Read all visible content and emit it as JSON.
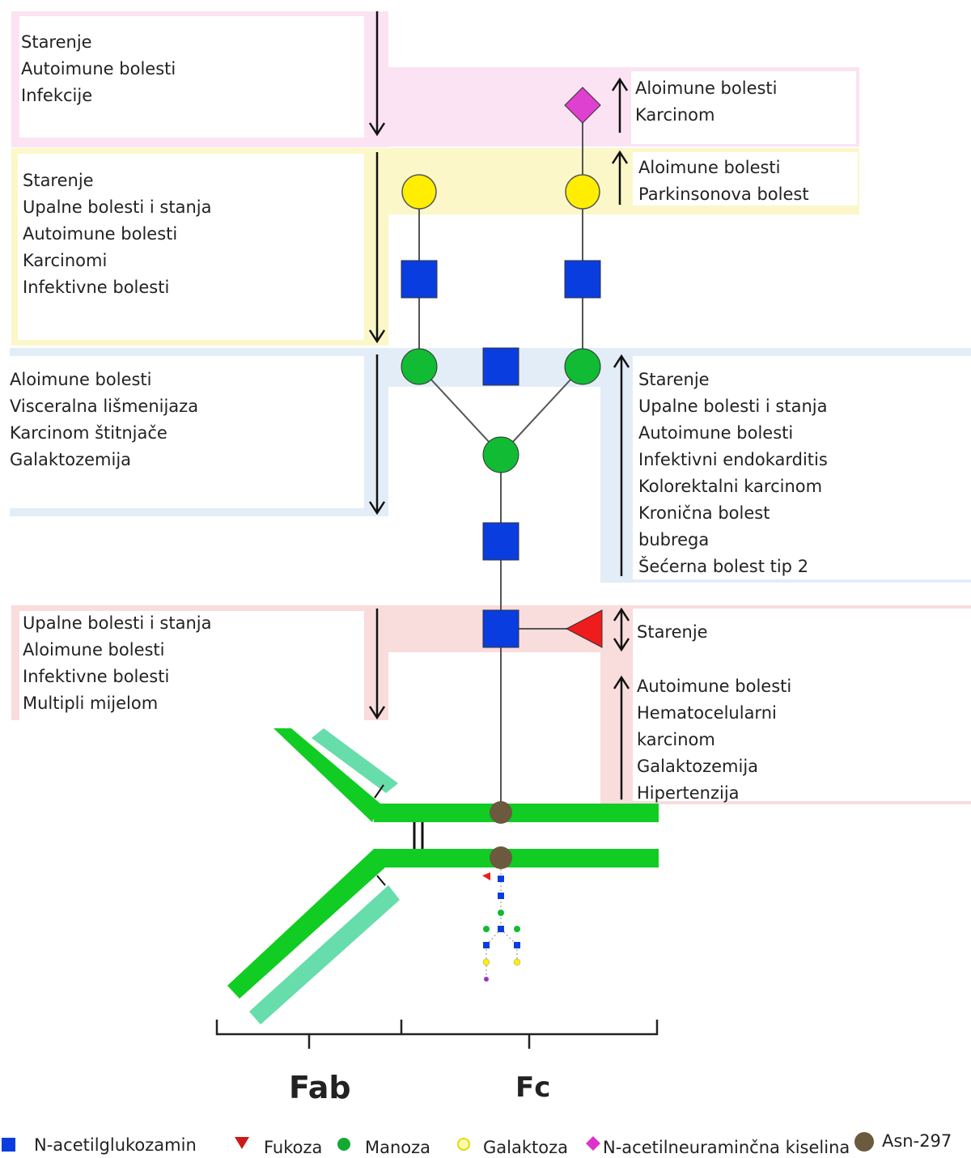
{
  "left_groups": [
    {
      "id": "sialic",
      "lines": [
        "Starenje",
        "Autoimune bolesti",
        "Infekcije"
      ]
    },
    {
      "id": "galactose",
      "lines": [
        "Starenje",
        "Upalne bolesti i stanja",
        "Autoimune bolesti",
        "Karcinomi",
        "Infektivne bolesti"
      ]
    },
    {
      "id": "bisecting",
      "lines": [
        "Aloimune bolesti",
        "Visceralna lišmenijaza",
        "Karcinom štitnjače",
        "Galaktozemija"
      ]
    },
    {
      "id": "fucose",
      "lines": [
        "Upalne bolesti i stanja",
        "Aloimune bolesti",
        "Infektivne bolesti",
        "Multipli mijelom"
      ]
    }
  ],
  "right_groups": [
    {
      "id": "sialic",
      "lines": [
        "Aloimune bolesti",
        "Karcinom"
      ]
    },
    {
      "id": "galactose",
      "lines": [
        "Aloimune bolesti",
        "Parkinsonova bolest"
      ]
    },
    {
      "id": "bisecting",
      "lines": [
        "Starenje",
        "Upalne bolesti i stanja",
        "Autoimune bolesti",
        "Infektivni endokarditis",
        "Kolorektalni karcinom",
        "Kronična bolest",
        "bubrega",
        "Šećerna bolest tip 2"
      ]
    },
    {
      "id": "fucose_both",
      "lines": [
        "Starenje"
      ]
    },
    {
      "id": "fucose_up",
      "lines": [
        "Autoimune bolesti",
        "Hematocelularni",
        "karcinom",
        "Galaktozemija",
        "Hipertenzija"
      ]
    }
  ],
  "antibody": {
    "fab_label": "Fab",
    "fc_label": "Fc"
  },
  "legend": [
    {
      "symbol": "square",
      "color": "#0a3de0",
      "label": "N-acetilglukozamin"
    },
    {
      "symbol": "triangle",
      "color": "#cc1a1a",
      "label": "Fukoza"
    },
    {
      "symbol": "circle",
      "color": "#11aa33",
      "label": "Manoza"
    },
    {
      "symbol": "circle-outline",
      "color": "#f5e000",
      "label": "Galaktoza"
    },
    {
      "symbol": "diamond",
      "color": "#dd33cc",
      "label": "N-acetilneuraminčna kiselina"
    },
    {
      "symbol": "circle",
      "color": "#6b5a3e",
      "label": "Asn-297"
    }
  ],
  "colors": {
    "glcnac": "#0a3de0",
    "fucose": "#ee1c1c",
    "mannose": "#11bb33",
    "galactose": "#ffee00",
    "sialic": "#e040d0",
    "asn": "#6b5a3e",
    "heavy_chain": "#11cc22",
    "light_chain": "#66ddaa",
    "band_pink": "#fbe3f3",
    "band_yellow": "#fbf7c8",
    "band_blue": "#e3edf8",
    "band_red": "#f9dcdc"
  }
}
